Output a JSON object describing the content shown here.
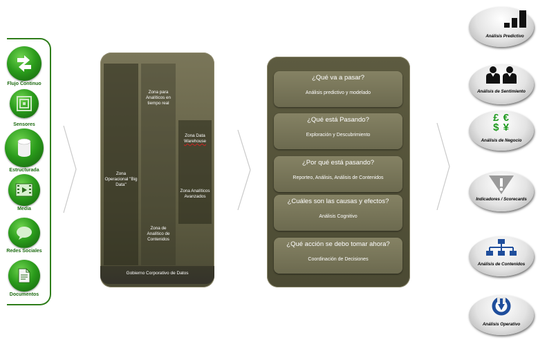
{
  "sources": [
    {
      "label": "Flujo Continuo",
      "icon": "flow-arrows-icon"
    },
    {
      "label": "Sensores",
      "icon": "sensor-icon"
    },
    {
      "label": "Estructurada",
      "icon": "database-icon"
    },
    {
      "label": "Media",
      "icon": "film-icon"
    },
    {
      "label": "Redes Sociales",
      "icon": "speech-bubble-icon"
    },
    {
      "label": "Documentos",
      "icon": "document-icon"
    }
  ],
  "zones": {
    "operational": "Zona Operacional \"Big Data\"",
    "realtime": "Zona para Analíticos en tiempo real",
    "warehouse": "Zona Data Warehouse",
    "advanced": "Zona Analíticos Avanzados",
    "content": "Zona de Analítico de Contenidos",
    "governance": "Gobierno Corporativo de Datos"
  },
  "questions": [
    {
      "title": "¿Qué va a pasar?",
      "desc": "Análisis predictivo y modelado"
    },
    {
      "title": "¿Qué está Pasando?",
      "desc": "Exploración y Descubrimiento"
    },
    {
      "title": "¿Por qué está pasando?",
      "desc": "Reporteo, Análisis, Análisis de Contenidos"
    },
    {
      "title": "¿Cuáles son las causas y efectos?",
      "desc": "Análisis Cognitivo"
    },
    {
      "title": "¿Qué acción se debo tomar ahora?",
      "desc": "Coordinación de Decisiones"
    }
  ],
  "analytics": [
    {
      "label": "Análisis Predictivo",
      "icon": "bar-chart-icon"
    },
    {
      "label": "Análisis de Sentimiento",
      "icon": "people-icon"
    },
    {
      "label": "Análisis de Negocio",
      "icon": "currency-icon",
      "glyphs": "£€$¥"
    },
    {
      "label": "Indicadores / Scorecards",
      "icon": "warning-icon"
    },
    {
      "label": "Análisis de Contenidos",
      "icon": "hierarchy-icon"
    },
    {
      "label": "Análisis Operativo",
      "icon": "refresh-arrow-icon"
    }
  ],
  "colors": {
    "green": "#2a9b1b",
    "olive": "#5c5a40",
    "blue": "#1f4e9c"
  }
}
